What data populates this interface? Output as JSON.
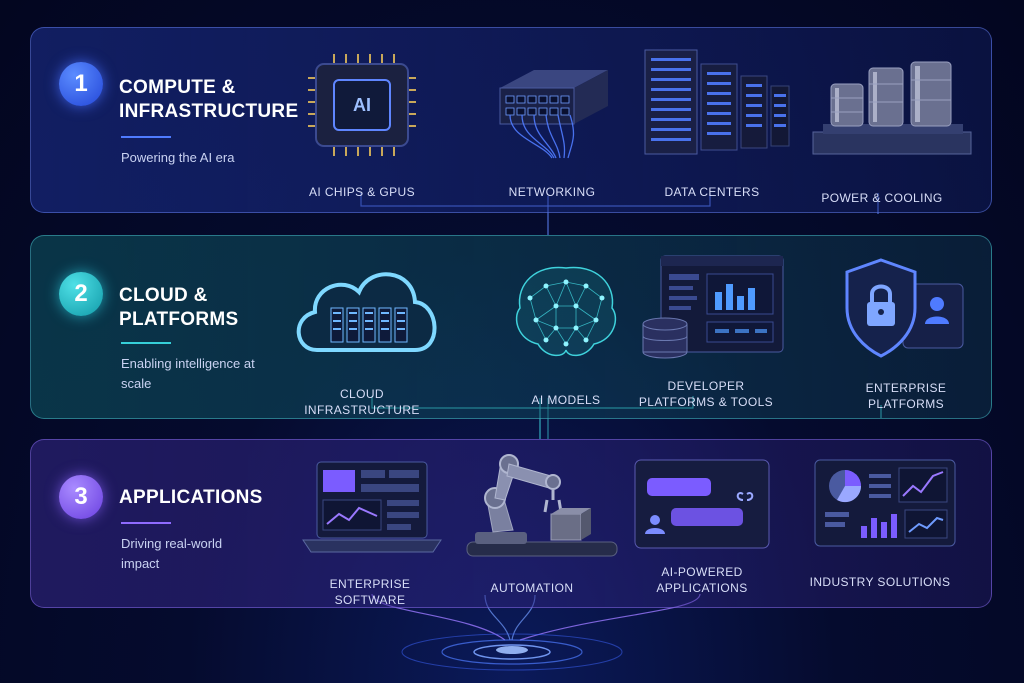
{
  "tiers": [
    {
      "number": "1",
      "title": "COMPUTE & INFRASTRUCTURE",
      "subtitle": "Powering the AI era",
      "items": [
        {
          "label": "AI CHIPS & GPUS",
          "icon": "ai-chip-icon",
          "chip_text": "AI"
        },
        {
          "label": "NETWORKING",
          "icon": "network-switch-icon"
        },
        {
          "label": "DATA CENTERS",
          "icon": "server-rack-icon"
        },
        {
          "label": "POWER & COOLING",
          "icon": "cooling-tanks-icon"
        }
      ]
    },
    {
      "number": "2",
      "title": "CLOUD & PLATFORMS",
      "subtitle": "Enabling intelligence at scale",
      "items": [
        {
          "label": "CLOUD INFRASTRUCTURE",
          "icon": "cloud-icon"
        },
        {
          "label": "AI MODELS",
          "icon": "neural-brain-icon"
        },
        {
          "label": "DEVELOPER PLATFORMS & TOOLS",
          "icon": "dev-dashboard-icon"
        },
        {
          "label": "ENTERPRISE PLATFORMS",
          "icon": "shield-lock-icon"
        }
      ]
    },
    {
      "number": "3",
      "title": "APPLICATIONS",
      "subtitle": "Driving real-world impact",
      "items": [
        {
          "label": "ENTERPRISE SOFTWARE",
          "icon": "laptop-icon"
        },
        {
          "label": "AUTOMATION",
          "icon": "robot-arm-icon"
        },
        {
          "label": "AI-POWERED APPLICATIONS",
          "icon": "chat-bubbles-icon"
        },
        {
          "label": "INDUSTRY SOLUTIONS",
          "icon": "analytics-dashboard-icon"
        }
      ]
    }
  ],
  "colors": {
    "tier1_accent": "#4f7bff",
    "tier2_accent": "#36cfd8",
    "tier3_accent": "#8f6bff",
    "background": "#050b2e"
  }
}
